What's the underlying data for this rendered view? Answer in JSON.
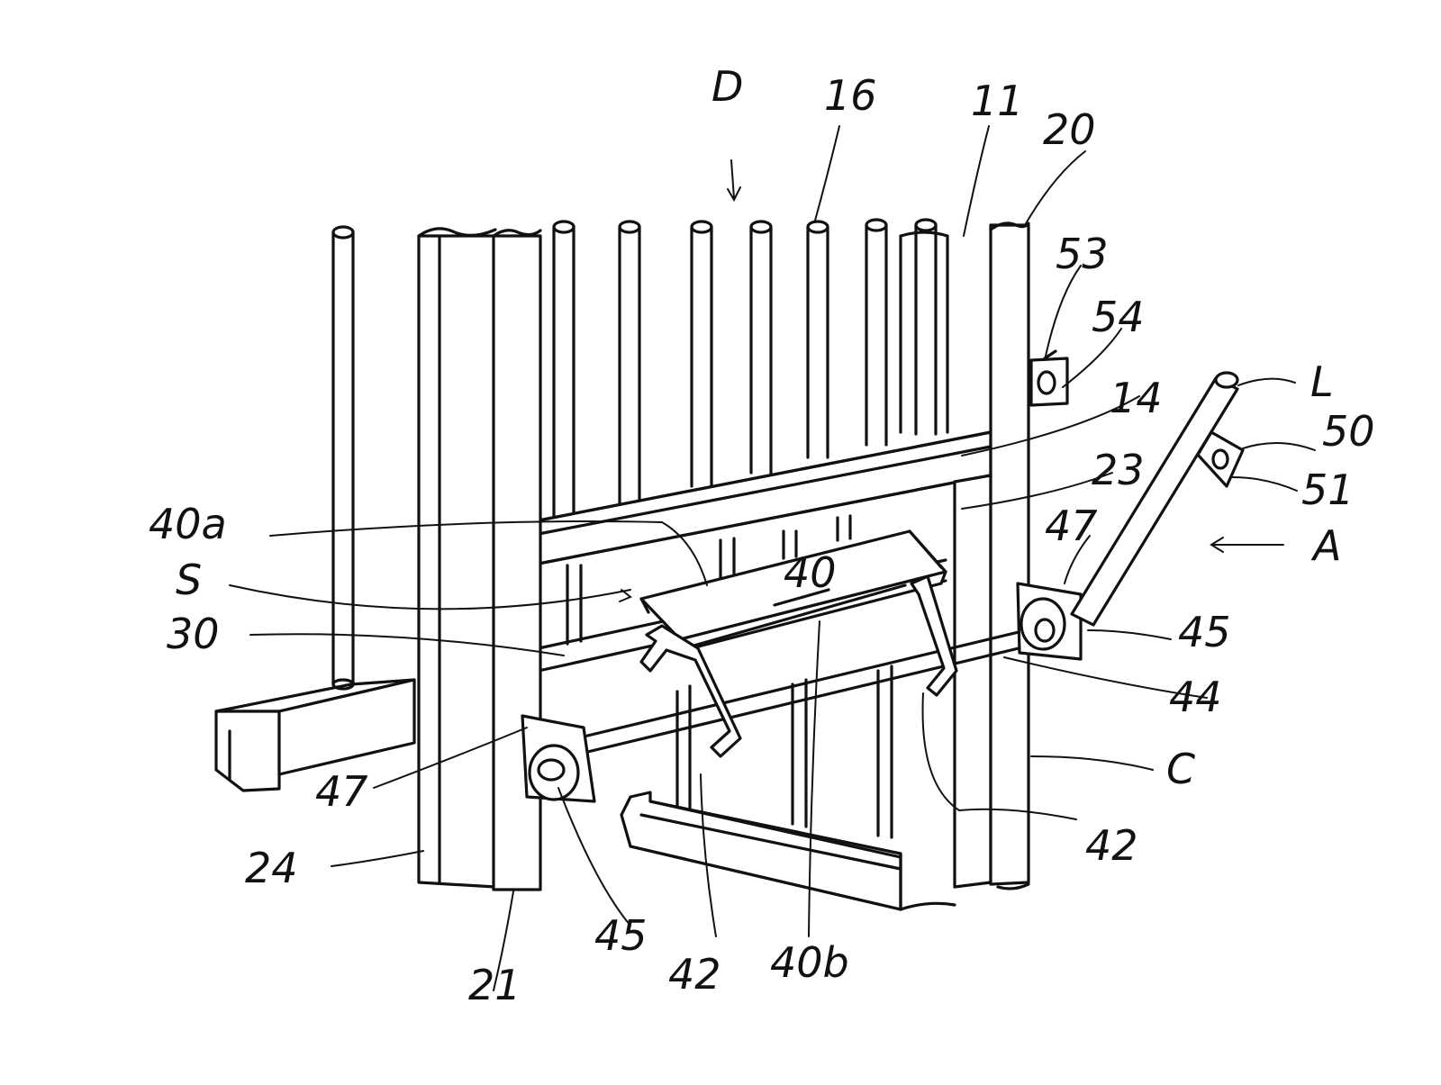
{
  "figure": {
    "labels": {
      "D": "D",
      "n16": "16",
      "n11": "11",
      "n20": "20",
      "n53": "53",
      "n54": "54",
      "n14": "14",
      "L": "L",
      "n50": "50",
      "n51": "51",
      "n23": "23",
      "n40a": "40a",
      "n47_right": "47",
      "S": "S",
      "n40": "40",
      "A": "A",
      "n30": "30",
      "n45_right": "45",
      "n44": "44",
      "C": "C",
      "n47_left": "47",
      "n42_right": "42",
      "n24": "24",
      "n45_left": "45",
      "n21": "21",
      "n42_mid": "42",
      "n40b": "40b"
    },
    "colors": {
      "ink": "#111111",
      "paper": "#ffffff"
    }
  }
}
